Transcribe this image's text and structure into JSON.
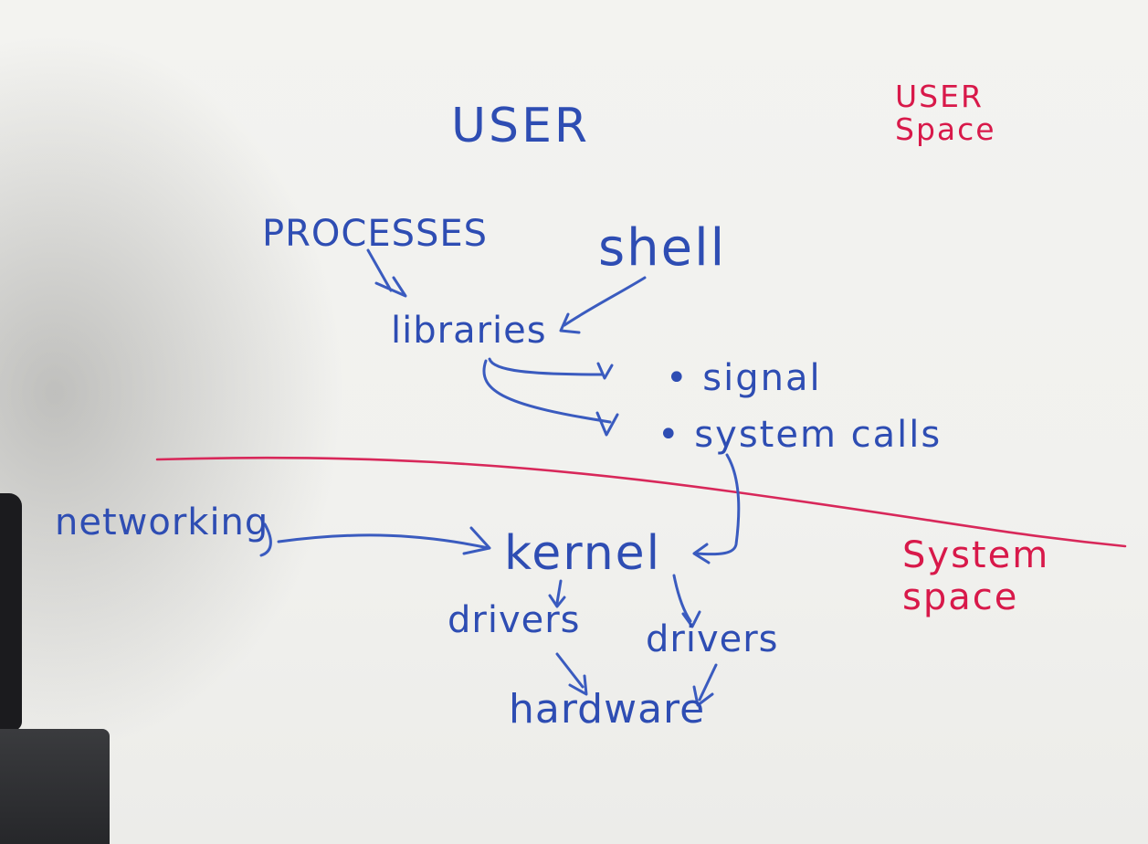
{
  "board": {
    "title": "USER",
    "zones": {
      "user_space": "USER Space",
      "system_space": "System space"
    },
    "nodes": {
      "processes": "PROCESSES",
      "shell": "shell",
      "libraries": "libraries",
      "signal": "• signal",
      "system_calls": "• system calls",
      "networking": "networking",
      "kernel": "kernel",
      "drivers_left": "drivers",
      "drivers_right": "drivers",
      "hardware": "hardware"
    },
    "pen_colors": {
      "blue_marker": "#2e4db3",
      "red_marker": "#d8194a"
    }
  }
}
